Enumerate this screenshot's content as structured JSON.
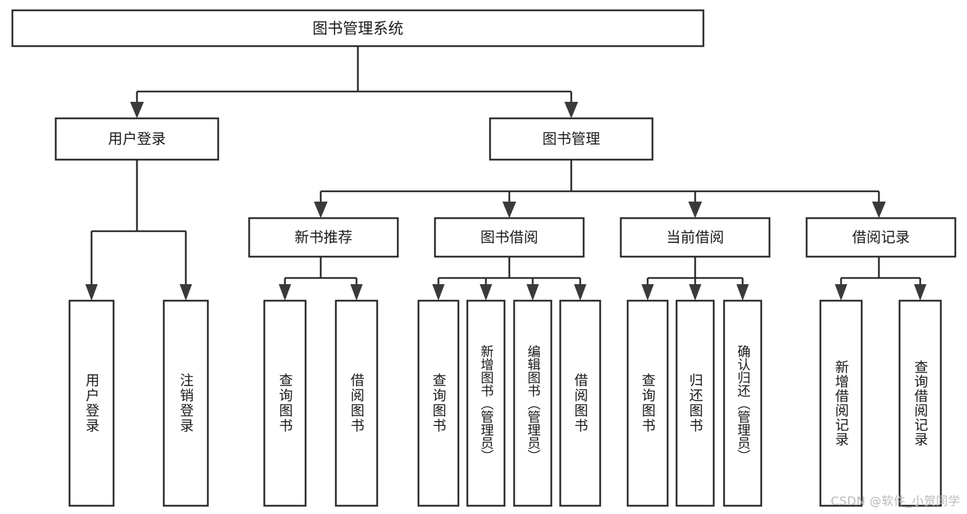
{
  "diagram": {
    "title": "图书管理系统",
    "type": "tree",
    "orientation": "top-down",
    "watermark": "CSDN @软件_小贺同学",
    "colors": {
      "box_stroke": "#2b2b2b",
      "box_fill": "#ffffff",
      "connector": "#2b2b2b",
      "arrow": "#3a3a3a",
      "text": "#1a1a1a",
      "watermark": "#b9b9b9",
      "background": "#ffffff"
    },
    "root": {
      "id": "root",
      "label": "图书管理系统"
    },
    "level1": [
      {
        "id": "user-login",
        "label": "用户登录"
      },
      {
        "id": "book-manage",
        "label": "图书管理"
      }
    ],
    "level2": [
      {
        "id": "new-book-recommend",
        "label": "新书推荐",
        "parent": "book-manage"
      },
      {
        "id": "book-borrow",
        "label": "图书借阅",
        "parent": "book-manage"
      },
      {
        "id": "current-borrow",
        "label": "当前借阅",
        "parent": "book-manage"
      },
      {
        "id": "borrow-record",
        "label": "借阅记录",
        "parent": "book-manage"
      }
    ],
    "leaves": [
      {
        "id": "leaf-user-login",
        "label": "用户登录",
        "parent": "user-login"
      },
      {
        "id": "leaf-user-logout",
        "label": "注销登录",
        "parent": "user-login"
      },
      {
        "id": "leaf-query-book-1",
        "label": "查询图书",
        "parent": "new-book-recommend"
      },
      {
        "id": "leaf-borrow-book-1",
        "label": "借阅图书",
        "parent": "new-book-recommend"
      },
      {
        "id": "leaf-query-book-2",
        "label": "查询图书",
        "parent": "book-borrow"
      },
      {
        "id": "leaf-add-book",
        "label": "新增图书（管理员）",
        "parent": "book-borrow"
      },
      {
        "id": "leaf-edit-book",
        "label": "编辑图书（管理员）",
        "parent": "book-borrow"
      },
      {
        "id": "leaf-borrow-book-2",
        "label": "借阅图书",
        "parent": "book-borrow"
      },
      {
        "id": "leaf-query-book-3",
        "label": "查询图书",
        "parent": "current-borrow"
      },
      {
        "id": "leaf-return-book",
        "label": "归还图书",
        "parent": "current-borrow"
      },
      {
        "id": "leaf-confirm-return",
        "label": "确认归还（管理员）",
        "parent": "current-borrow"
      },
      {
        "id": "leaf-add-record",
        "label": "新增借阅记录",
        "parent": "borrow-record"
      },
      {
        "id": "leaf-query-record",
        "label": "查询借阅记录",
        "parent": "borrow-record"
      }
    ]
  }
}
